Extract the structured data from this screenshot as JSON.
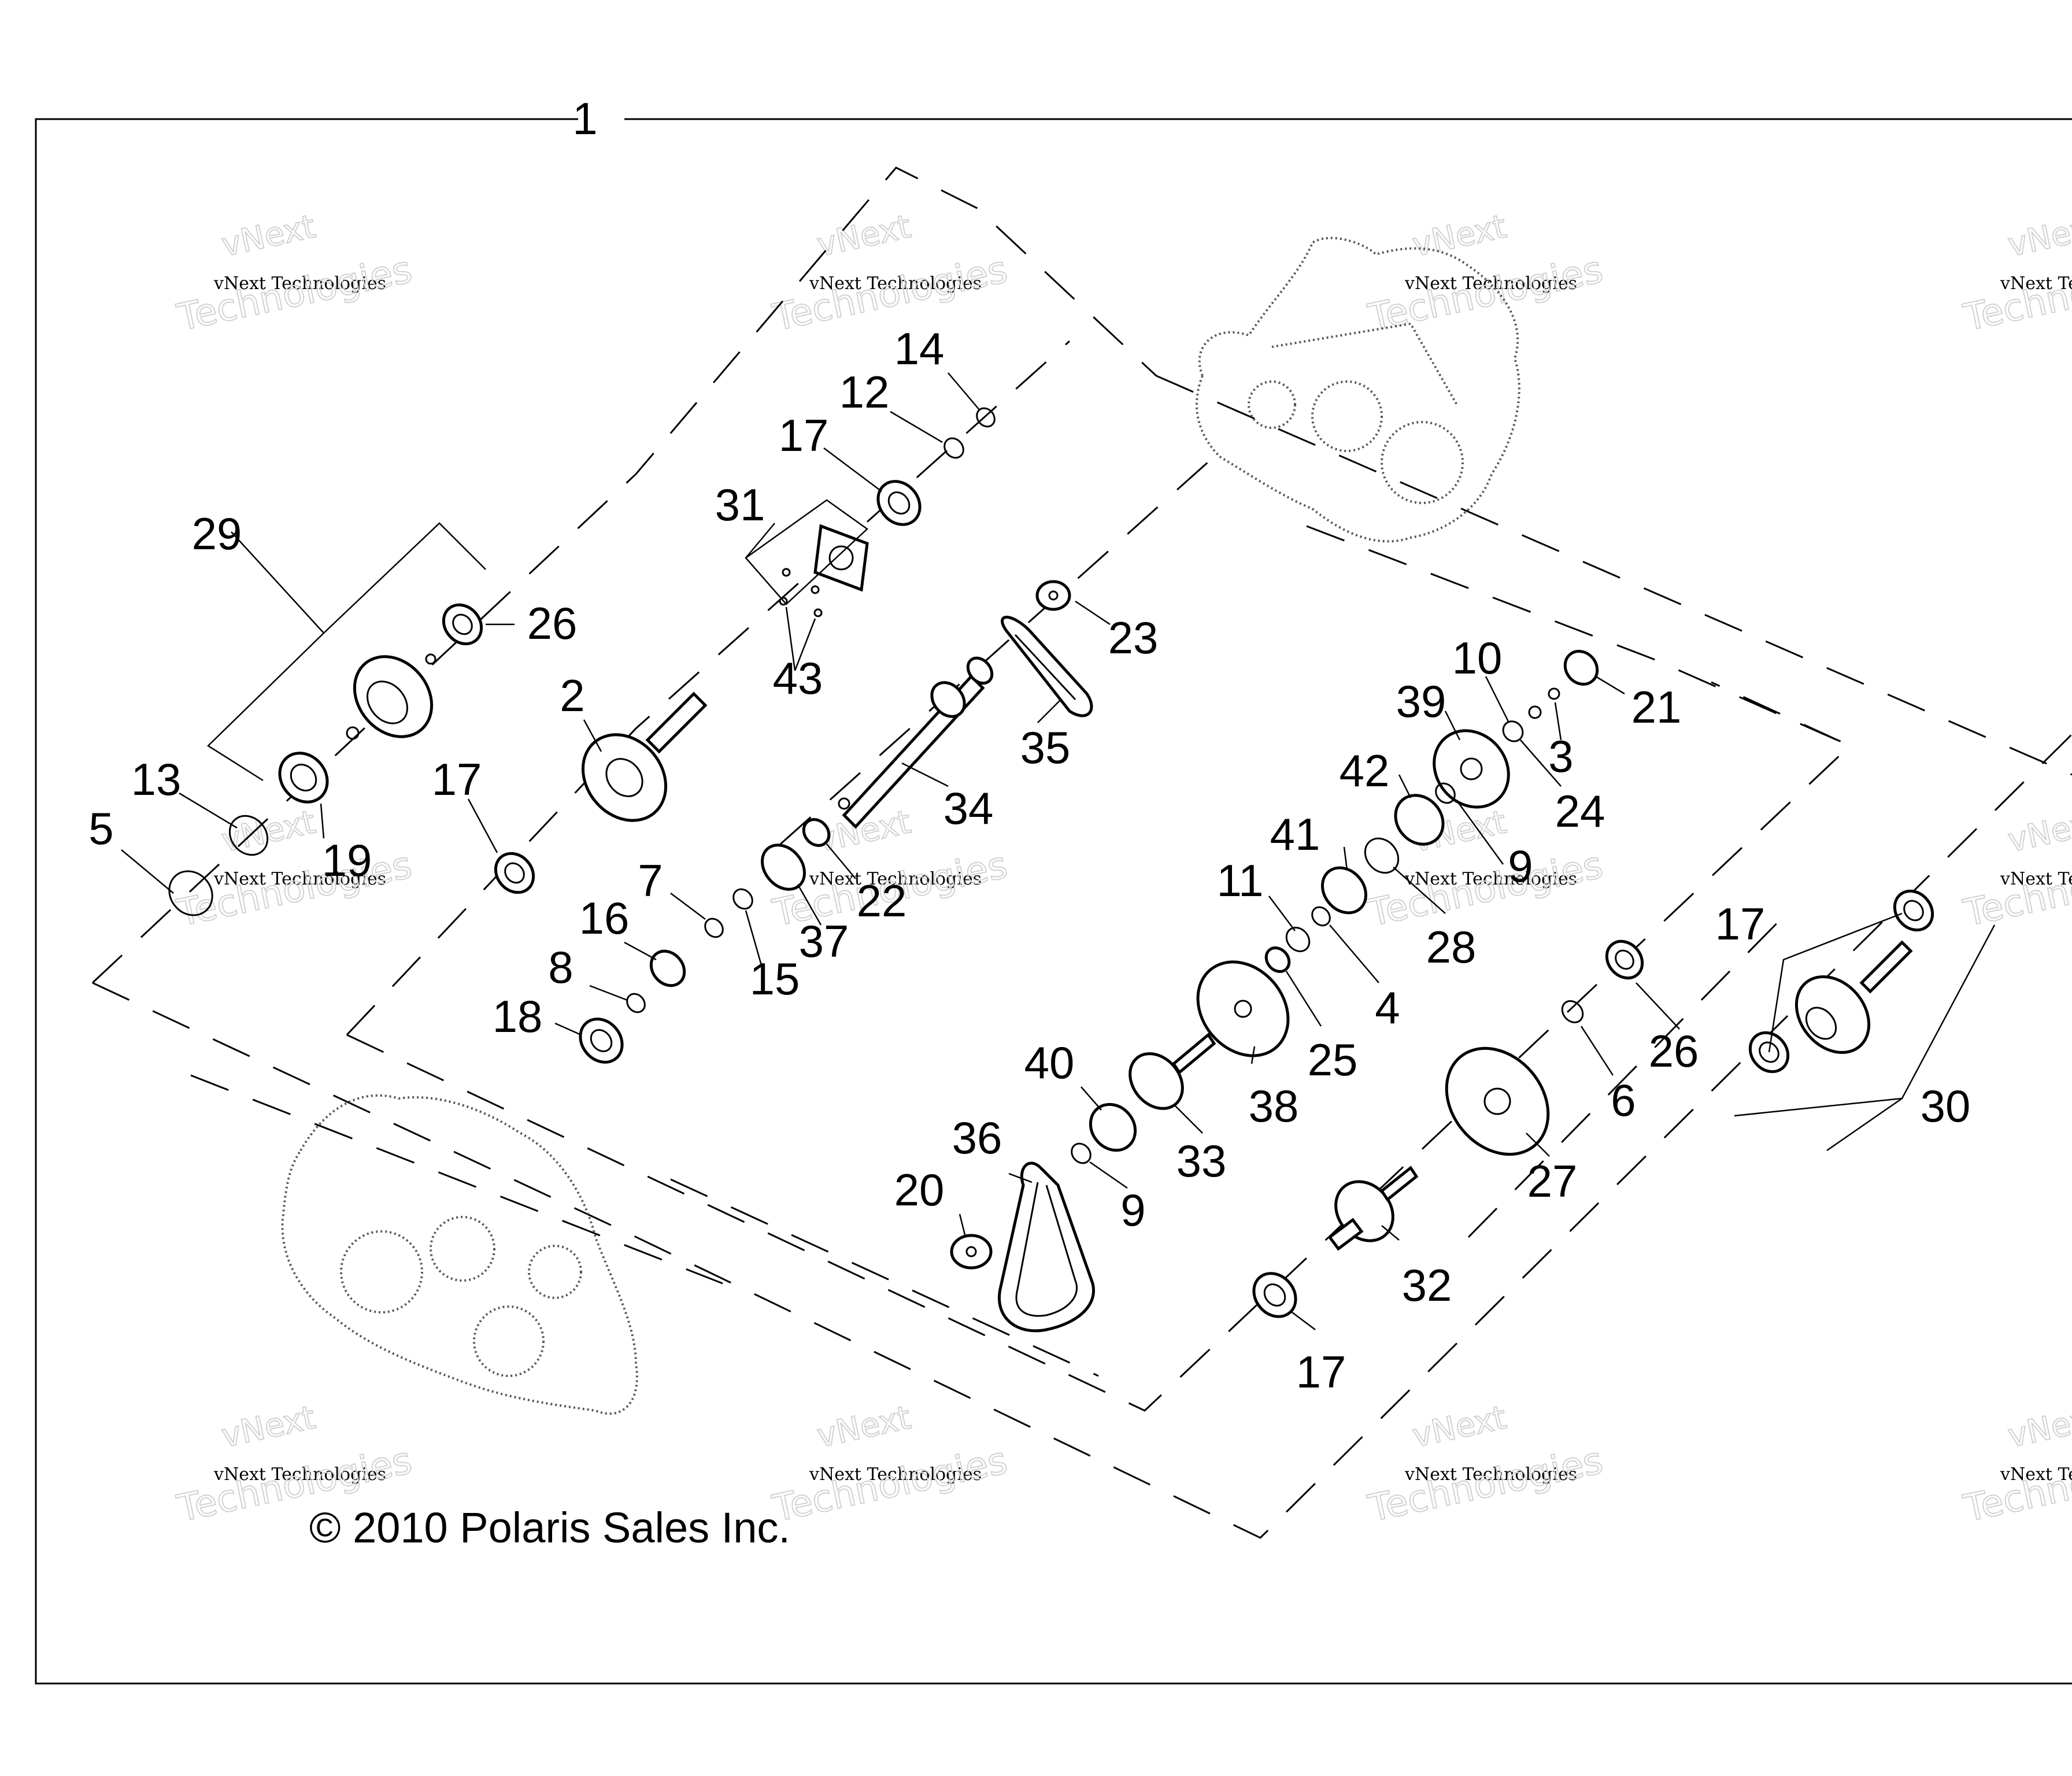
{
  "frame": {
    "assembly_label": "1"
  },
  "copyright": "© 2010 Polaris Sales Inc.",
  "watermark": {
    "line1": "vNext",
    "line2": "vNext Technologies",
    "line3": "Technologies"
  },
  "callouts": [
    {
      "id": "c29",
      "text": "29"
    },
    {
      "id": "c26a",
      "text": "26"
    },
    {
      "id": "c13",
      "text": "13"
    },
    {
      "id": "c5",
      "text": "5"
    },
    {
      "id": "c19",
      "text": "19"
    },
    {
      "id": "c17a",
      "text": "17"
    },
    {
      "id": "c2",
      "text": "2"
    },
    {
      "id": "c31",
      "text": "31"
    },
    {
      "id": "c43",
      "text": "43"
    },
    {
      "id": "c17b",
      "text": "17"
    },
    {
      "id": "c12",
      "text": "12"
    },
    {
      "id": "c14",
      "text": "14"
    },
    {
      "id": "c23",
      "text": "23"
    },
    {
      "id": "c35",
      "text": "35"
    },
    {
      "id": "c34",
      "text": "34"
    },
    {
      "id": "c7",
      "text": "7"
    },
    {
      "id": "c16",
      "text": "16"
    },
    {
      "id": "c8",
      "text": "8"
    },
    {
      "id": "c18",
      "text": "18"
    },
    {
      "id": "c15",
      "text": "15"
    },
    {
      "id": "c37",
      "text": "37"
    },
    {
      "id": "c22",
      "text": "22"
    },
    {
      "id": "c10",
      "text": "10"
    },
    {
      "id": "c21",
      "text": "21"
    },
    {
      "id": "c39",
      "text": "39"
    },
    {
      "id": "c3",
      "text": "3"
    },
    {
      "id": "c24",
      "text": "24"
    },
    {
      "id": "c42",
      "text": "42"
    },
    {
      "id": "c9a",
      "text": "9"
    },
    {
      "id": "c41",
      "text": "41"
    },
    {
      "id": "c28",
      "text": "28"
    },
    {
      "id": "c11",
      "text": "11"
    },
    {
      "id": "c4",
      "text": "4"
    },
    {
      "id": "c25",
      "text": "25"
    },
    {
      "id": "c38",
      "text": "38"
    },
    {
      "id": "c40",
      "text": "40"
    },
    {
      "id": "c33",
      "text": "33"
    },
    {
      "id": "c36",
      "text": "36"
    },
    {
      "id": "c9b",
      "text": "9"
    },
    {
      "id": "c20",
      "text": "20"
    },
    {
      "id": "c27",
      "text": "27"
    },
    {
      "id": "c6",
      "text": "6"
    },
    {
      "id": "c26b",
      "text": "26"
    },
    {
      "id": "c17c",
      "text": "17"
    },
    {
      "id": "c30",
      "text": "30"
    },
    {
      "id": "c32",
      "text": "32"
    },
    {
      "id": "c17d",
      "text": "17"
    }
  ]
}
